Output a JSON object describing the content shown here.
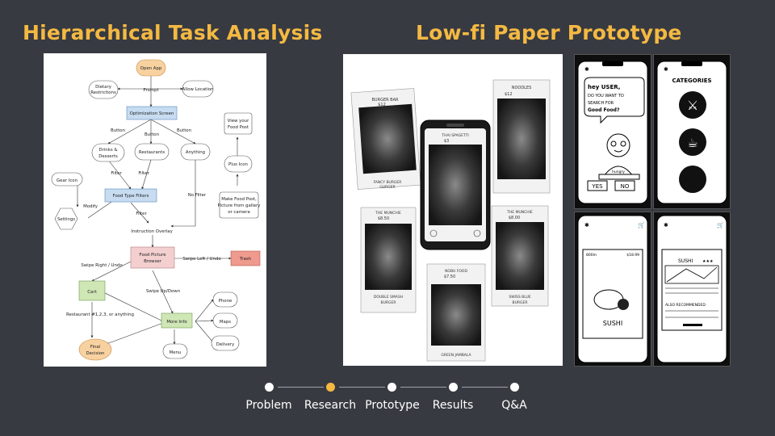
{
  "titles": {
    "left": "Hierarchical Task Analysis",
    "right": "Low-fi Paper Prototype"
  },
  "hta": {
    "open_app": "Open App",
    "prompt": "Prompt",
    "dietary_1": "Dietary",
    "dietary_2": "Restrictions",
    "allow_location": "Allow Location",
    "optimization_screen": "Optimization Screen",
    "button_left": "Button",
    "button_mid": "Button",
    "button_right": "Button",
    "drinks_1": "Drinks &",
    "drinks_2": "Desserts",
    "restaurants": "Restaurants",
    "anything": "Anything",
    "filter_left": "Filter",
    "filter_mid": "Filter",
    "view_post_1": "View your",
    "view_post_2": "Food Post",
    "plus_icon": "Plus Icon",
    "gear_icon": "Gear Icon",
    "food_type_filters": "Food Type Filters",
    "modify": "Modify",
    "settings": "Settings",
    "no_filter": "No Filter",
    "filter_low": "Filter",
    "make_post_1": "Make Food Post,",
    "make_post_2": "Picture from gallery",
    "make_post_3": "or camera",
    "instruction_overlay": "Instruction Overlay",
    "food_picture_1": "Food Picture",
    "food_picture_2": "Browser",
    "swipe_left": "Swipe Left / Undo",
    "trash": "Trash",
    "swipe_right": "Swipe Right / Undo",
    "cart": "Cart",
    "swipe_updown": "Swipe Up/Down",
    "phone": "Phone",
    "restaurant_choice": "Restaurant #1,2,3, or anything",
    "more_info": "More Info",
    "maps": "Maps",
    "delivery": "Delivery",
    "final_1": "Final",
    "final_2": "Decision",
    "menu": "Menu"
  },
  "prototype": {
    "card_tl": "BURGER BAR",
    "card_tl_price": "$12",
    "card_tl_foot_1": "FANCY BURGER",
    "card_tl_foot_2": "GURGER",
    "card_center": "THAI SPAGETTI",
    "card_center_price": "$3",
    "card_tr": "NOODLES",
    "card_tr_price": "$12",
    "card_ml": "THE MUNCHIE",
    "card_ml_price": "$8.50",
    "card_ml_foot_1": "DOUBLE SMASH",
    "card_ml_foot_2": "BURGER",
    "card_mr": "THE MUNCHIE",
    "card_mr_price": "$8.00",
    "card_mr_foot_1": "SWISS BLUE",
    "card_mr_foot_2": "BURGER",
    "card_bottom": "NOBU FOOD",
    "card_bottom_price": "$7.50",
    "card_bottom_foot": "GREEN JAMBALA"
  },
  "sketches": {
    "s1_speech_1": "hey USER,",
    "s1_speech_2": "DO YOU WANT TO",
    "s1_speech_3": "SEARCH FOR",
    "s1_speech_4": "Good Food?",
    "s1_yes": "YES",
    "s1_no": "NO",
    "s1_hungry": "hungry",
    "s2_title": "CATEGORIES",
    "s3_zoom": "800m",
    "s3_price": "$18.99",
    "s3_label": "SUSHI",
    "s4_title": "SUSHI",
    "s4_rating": "★★★",
    "s4_also": "ALSO RECOMMENDED"
  },
  "nav": {
    "items": [
      "Problem",
      "Research",
      "Prototype",
      "Results",
      "Q&A"
    ],
    "active_index": 1
  },
  "colors": {
    "background": "#383a41",
    "accent": "#f4b942",
    "node_orange": "#f8d1a0",
    "node_blue": "#c7dcf1",
    "node_pink": "#f3cfd0",
    "node_red": "#ef9a8e",
    "node_green": "#cfe6b5"
  }
}
